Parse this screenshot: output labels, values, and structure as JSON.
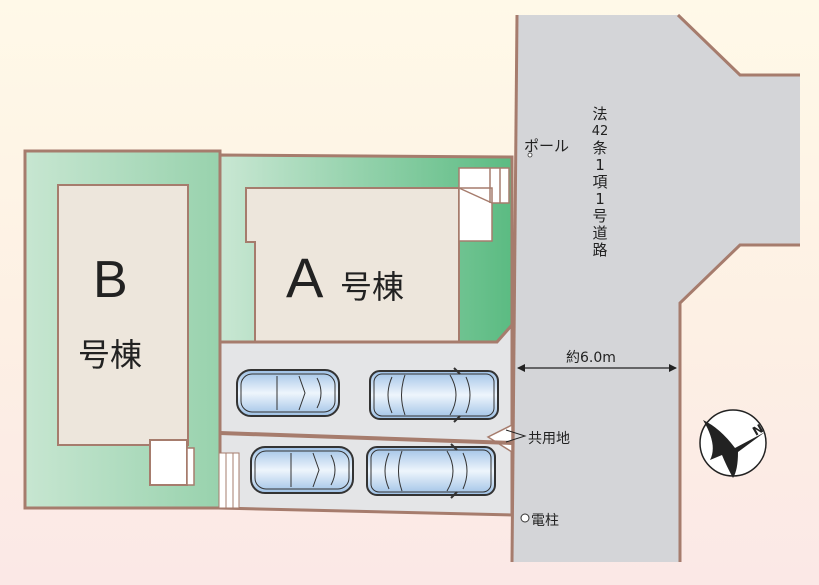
{
  "site_plan": {
    "buildings": [
      {
        "id": "A",
        "letter": "A",
        "suffix": "号棟"
      },
      {
        "id": "B",
        "letter": "B",
        "suffix": "号棟"
      }
    ],
    "road": {
      "label_chars": [
        "法",
        "42",
        "条",
        "1",
        "項",
        "1",
        "号",
        "道",
        "路"
      ],
      "width_label": "約6.0m"
    },
    "annotations": {
      "pole": "ポール",
      "common_land": "共用地",
      "utility_pole": "電柱"
    },
    "compass": {
      "label": "N",
      "icon": "bird-compass-icon"
    },
    "parking": {
      "spaces": 4
    },
    "colors": {
      "road": "#d4d5d8",
      "boundary": "#a67c6d",
      "lawn_light": "#c5e5cf",
      "lawn_dark": "#6cc08c",
      "building": "#ede6dc",
      "parking": "#e4e5e7",
      "car": "#b7d3ee"
    }
  }
}
